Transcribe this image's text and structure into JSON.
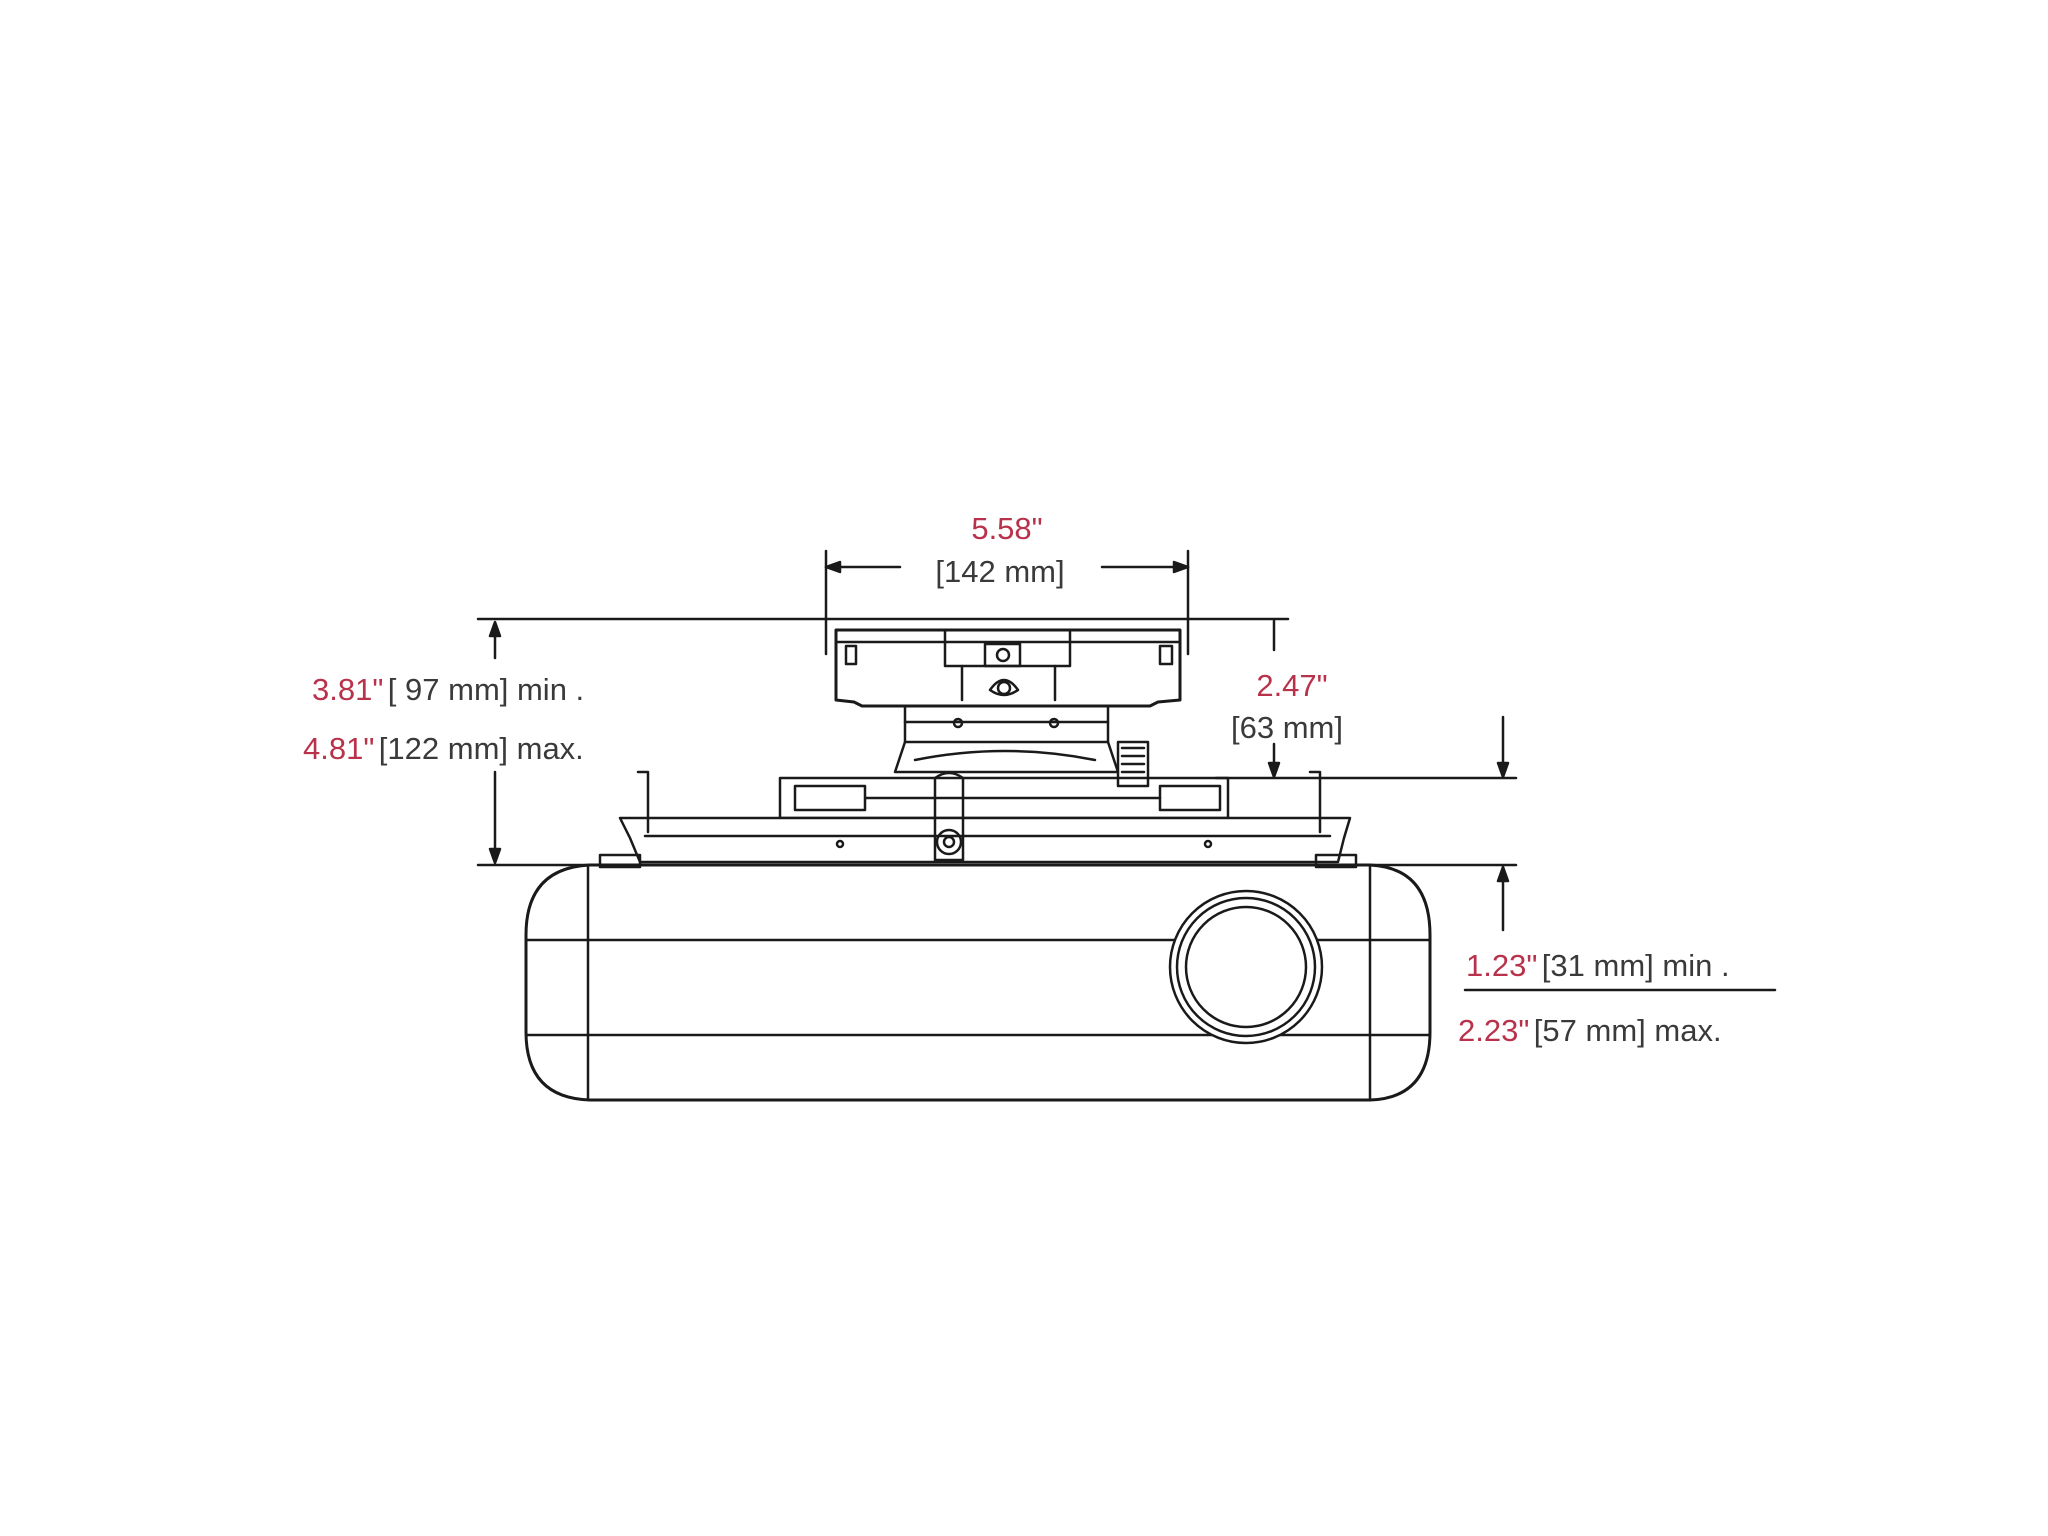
{
  "colors": {
    "accent_red": "#b8324b",
    "text_dark": "#3a3a3a",
    "line": "#1a1a1a",
    "background": "#ffffff"
  },
  "dimensions": {
    "width": {
      "imperial": "5.58\"",
      "metric": "[142 mm]"
    },
    "upper_height": {
      "min_imperial": "3.81\"",
      "min_metric": "[ 97 mm] min .",
      "max_imperial": "4.81\"",
      "max_metric": "[122 mm] max."
    },
    "mount_height": {
      "imperial": "2.47\"",
      "metric": "[63 mm]"
    },
    "drop": {
      "min_imperial": "1.23\"",
      "min_metric": "[31 mm] min .",
      "max_imperial": "2.23\"",
      "max_metric": "[57 mm] max."
    }
  }
}
